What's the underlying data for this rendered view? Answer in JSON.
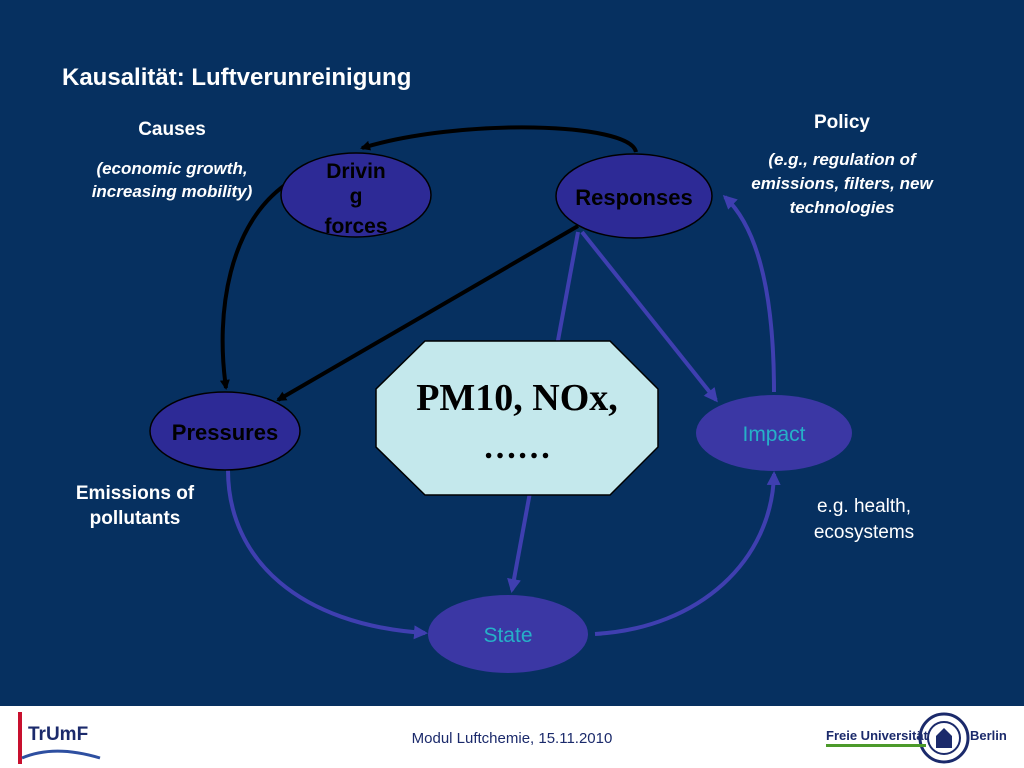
{
  "title": "Kausalität: Luftverunreinigung",
  "nodes": {
    "driving_forces": "Drivin g forces",
    "driving_lines": [
      "Drivin",
      "g",
      "forces"
    ],
    "responses": "Responses",
    "pressures": "Pressures",
    "impact": "Impact",
    "state": "State",
    "center_lines": [
      "PM10, NOx,",
      "……"
    ]
  },
  "annotations": {
    "causes_heading": "Causes",
    "causes_detail_lines": [
      "(economic growth,",
      "increasing mobility)"
    ],
    "policy_heading": "Policy",
    "policy_detail_lines": [
      "(e.g., regulation of",
      "emissions, filters, new",
      "technologies"
    ],
    "emissions_lines": [
      "Emissions of",
      "pollutants"
    ],
    "impact_detail_lines": [
      "e.g. health,",
      "ecosystems"
    ]
  },
  "footer": {
    "left_logo": "TrUmF",
    "text": "Modul Luftchemie, 15.11.2010",
    "right_logo_left": "Freie Universität",
    "right_logo_right": "Berlin"
  },
  "colors": {
    "background": "#063060",
    "node_dark": "#2d2a96",
    "node_light": "#3b37a4",
    "center_fill": "#c4e8ec",
    "arrow_blue": "#3f3fb0",
    "impact_text": "#26b0c8"
  }
}
